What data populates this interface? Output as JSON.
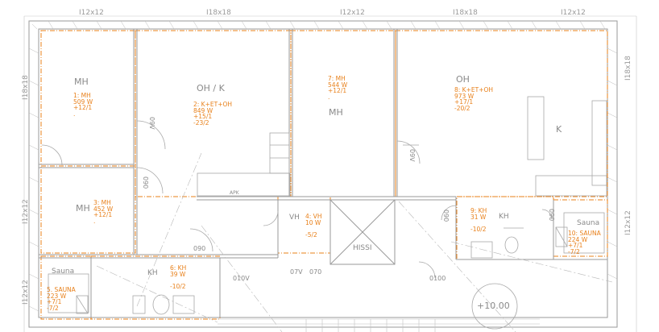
{
  "colors": {
    "wall": "#9a9a9a",
    "orange": "#e8801a",
    "grey": "#8a8a8a"
  },
  "dimensions_top": [
    "I12x12",
    "I18x18",
    "I12x12",
    "I18x18",
    "I12x12"
  ],
  "dimensions_left": [
    "I18x18",
    "I12x12",
    "I12x12"
  ],
  "dimensions_right": [
    "I18x18",
    "I12x12"
  ],
  "rooms": [
    {
      "key": "mh1",
      "name": "MH",
      "lines": "1: MH\n509 W\n+12/1\n."
    },
    {
      "key": "ohk",
      "name": "OH / K",
      "lines": "2: K+ET+OH\n849 W\n+15/1\n-23/2"
    },
    {
      "key": "mh3",
      "name": "MH",
      "lines": "3: MH\n452 W\n+12/1\n."
    },
    {
      "key": "vh4",
      "name": "VH",
      "lines": "4: VH\n10 W\n\n-5/2"
    },
    {
      "key": "sauna5",
      "name": "Sauna",
      "lines": "5. SAUNA\n223 W\n+7/1\n-7/2"
    },
    {
      "key": "kh6",
      "name": "KH",
      "lines": "6: KH\n39 W\n\n-10/2"
    },
    {
      "key": "mh7",
      "name": "MH",
      "lines": "7: MH\n544 W\n+12/1\n."
    },
    {
      "key": "oh8",
      "name": "OH",
      "lines": "8: K+ET+OH\n973 W\n+17/1\n-20/2"
    },
    {
      "key": "kh9",
      "name": "KH",
      "lines": "9: KH\n31 W\n\n-10/2"
    },
    {
      "key": "sauna10",
      "name": "Sauna",
      "lines": "10: SAUNA\n224 W\n+7/1\n-7/2"
    }
  ],
  "extra_labels": {
    "k_label": "K",
    "hissi": "HISSI",
    "elevation": "+10.00",
    "apk": "APK"
  },
  "doors": {
    "d090a": "090",
    "d090b": "090",
    "d090c": "090",
    "d090d": "090",
    "d010v": "010V",
    "d07v": "07V",
    "d070": "070",
    "d0100": "0100",
    "d09v_a": "09V",
    "d09v_b": "09V"
  }
}
